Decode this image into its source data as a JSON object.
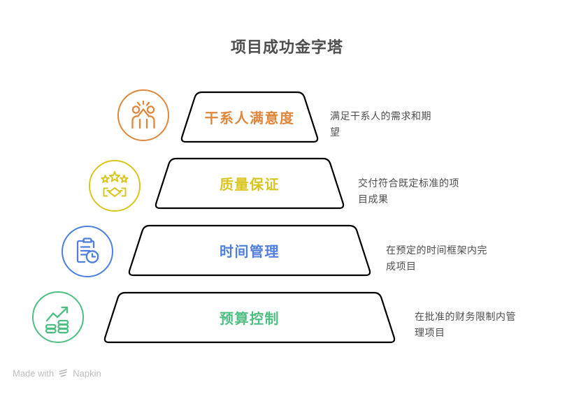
{
  "title": "项目成功金字塔",
  "colors": {
    "orange": "#E0873B",
    "yellow": "#D9C51F",
    "blue": "#4D7EE0",
    "green": "#4EBE82",
    "text_gray": "#4D4D4D",
    "footer_gray": "#BDBDBD"
  },
  "tiers": [
    {
      "label": "干系人满意度",
      "description": "满足干系人的需求和期\n望",
      "color": "#E0873B",
      "icon": "high-five-people-icon"
    },
    {
      "label": "质量保证",
      "description": "交付符合既定标准的项\n目成果",
      "color": "#D9C51F",
      "icon": "stars-handshake-icon"
    },
    {
      "label": "时间管理",
      "description": "在预定的时间框架内完\n成项目",
      "color": "#4D7EE0",
      "icon": "clipboard-clock-icon"
    },
    {
      "label": "预算控制",
      "description": "在批准的财务限制内管\n理项目",
      "color": "#4EBE82",
      "icon": "growth-chart-coins-icon"
    }
  ],
  "footer": {
    "made_with": "Made with",
    "brand": "Napkin"
  }
}
